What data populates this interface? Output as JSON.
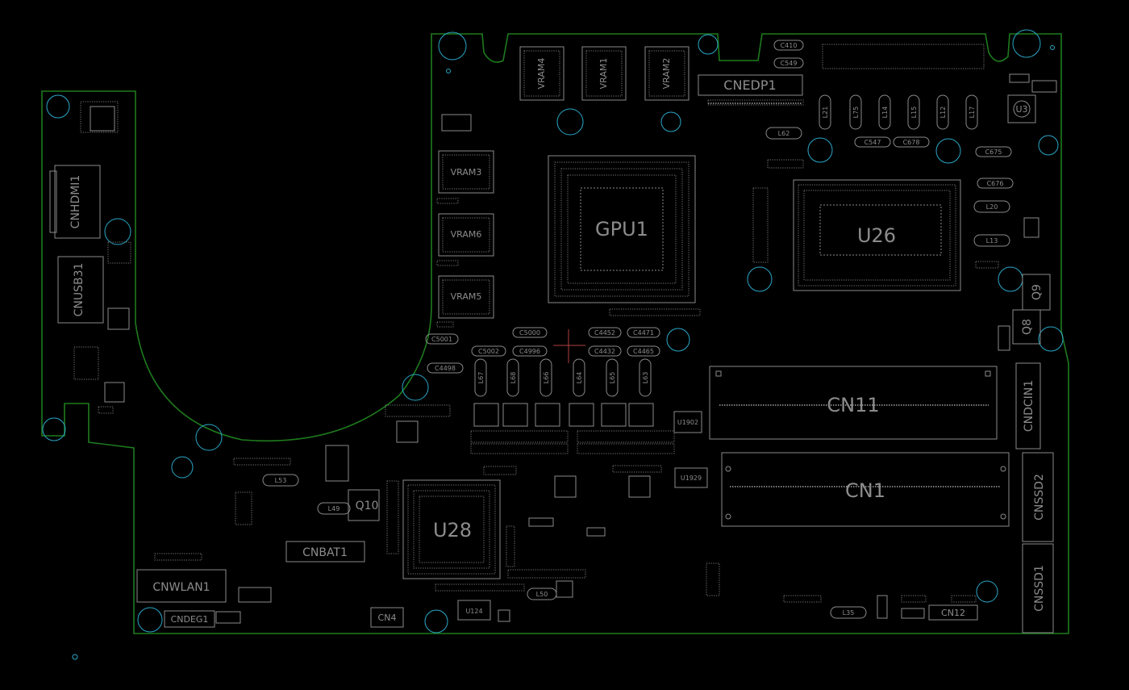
{
  "board": {
    "components": [
      {
        "id": "gpu1",
        "label": "GPU1"
      },
      {
        "id": "u26",
        "label": "U26"
      },
      {
        "id": "u28",
        "label": "U28"
      },
      {
        "id": "cn11",
        "label": "CN11"
      },
      {
        "id": "cn1",
        "label": "CN1"
      },
      {
        "id": "cnedp1",
        "label": "CNEDP1"
      },
      {
        "id": "cnhdmi1",
        "label": "CNHDMI1"
      },
      {
        "id": "cnusb31",
        "label": "CNUSB31"
      },
      {
        "id": "cnwlan1",
        "label": "CNWLAN1"
      },
      {
        "id": "cndeg1",
        "label": "CNDEG1"
      },
      {
        "id": "cnbat1",
        "label": "CNBAT1"
      },
      {
        "id": "cndcin1",
        "label": "CNDCIN1"
      },
      {
        "id": "cnssd2",
        "label": "CNSSD2"
      },
      {
        "id": "cnssd1",
        "label": "CNSSD1"
      },
      {
        "id": "vram1",
        "label": "VRAM1"
      },
      {
        "id": "vram2",
        "label": "VRAM2"
      },
      {
        "id": "vram3",
        "label": "VRAM3"
      },
      {
        "id": "vram4",
        "label": "VRAM4"
      },
      {
        "id": "vram5",
        "label": "VRAM5"
      },
      {
        "id": "vram6",
        "label": "VRAM6"
      },
      {
        "id": "q9",
        "label": "Q9"
      },
      {
        "id": "q8",
        "label": "Q8"
      },
      {
        "id": "q10",
        "label": "Q10"
      },
      {
        "id": "u3",
        "label": "U3"
      },
      {
        "id": "u1929",
        "label": "U1929"
      },
      {
        "id": "u1902",
        "label": "U1902"
      },
      {
        "id": "u124",
        "label": "U124"
      },
      {
        "id": "cn4",
        "label": "CN4"
      },
      {
        "id": "cn12",
        "label": "CN12"
      },
      {
        "id": "l53",
        "label": "L53"
      },
      {
        "id": "l49",
        "label": "L49"
      },
      {
        "id": "l50",
        "label": "L50"
      },
      {
        "id": "l35",
        "label": "L35"
      },
      {
        "id": "l62",
        "label": "L62"
      },
      {
        "id": "l20",
        "label": "L20"
      },
      {
        "id": "l13",
        "label": "L13"
      },
      {
        "id": "c410",
        "label": "C410"
      },
      {
        "id": "c549",
        "label": "C549"
      },
      {
        "id": "c5001",
        "label": "C5001"
      },
      {
        "id": "c5000",
        "label": "C5000"
      },
      {
        "id": "c5002",
        "label": "C5002"
      },
      {
        "id": "c4996",
        "label": "C4996"
      },
      {
        "id": "c4452",
        "label": "C4452"
      },
      {
        "id": "c4471",
        "label": "C4471"
      },
      {
        "id": "c4432",
        "label": "C4432"
      },
      {
        "id": "c4465",
        "label": "C4465"
      },
      {
        "id": "c4498",
        "label": "C4498"
      },
      {
        "id": "c547",
        "label": "C547"
      },
      {
        "id": "c678",
        "label": "C678"
      },
      {
        "id": "c675",
        "label": "C675"
      },
      {
        "id": "c676",
        "label": "C676"
      },
      {
        "id": "l67",
        "label": "L67"
      },
      {
        "id": "l68",
        "label": "L68"
      },
      {
        "id": "l66",
        "label": "L66"
      },
      {
        "id": "l64",
        "label": "L64"
      },
      {
        "id": "l65",
        "label": "L65"
      },
      {
        "id": "l63",
        "label": "L63"
      },
      {
        "id": "l21",
        "label": "L21"
      },
      {
        "id": "l75",
        "label": "L75"
      },
      {
        "id": "l14",
        "label": "L14"
      },
      {
        "id": "l15",
        "label": "L15"
      },
      {
        "id": "l12",
        "label": "L12"
      },
      {
        "id": "l17",
        "label": "L17"
      }
    ]
  }
}
